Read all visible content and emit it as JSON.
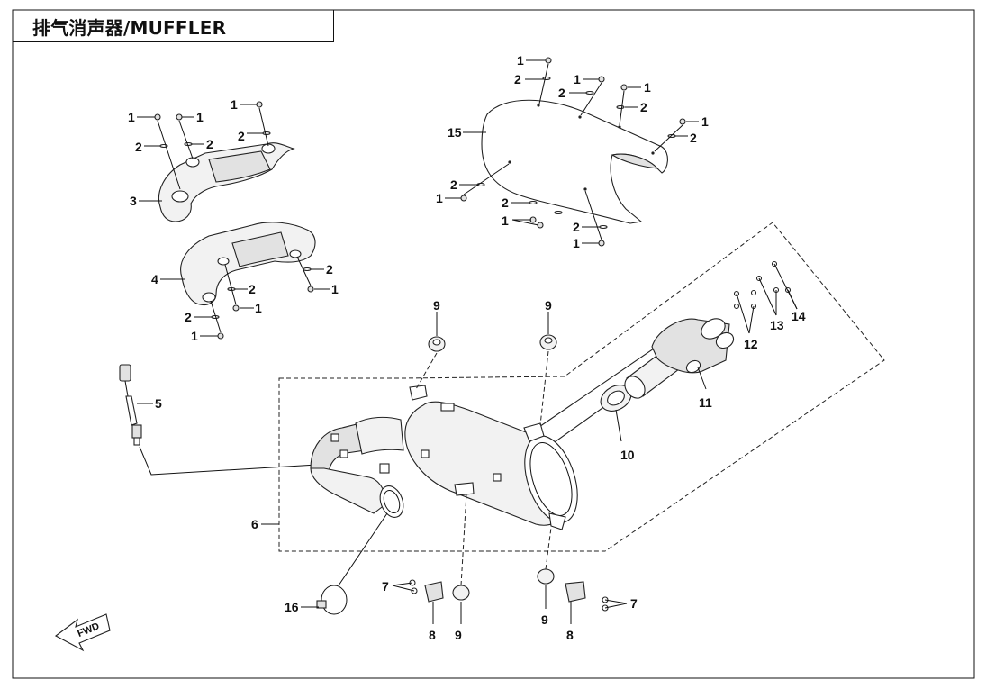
{
  "title": "排气消声器/MUFFLER",
  "fwd_label": "FWD",
  "callouts": {
    "c1": "1",
    "c2": "2",
    "c3": "3",
    "c4": "4",
    "c5": "5",
    "c6": "6",
    "c7": "7",
    "c8": "8",
    "c9": "9",
    "c10": "10",
    "c11": "11",
    "c12": "12",
    "c13": "13",
    "c14": "14",
    "c15": "15",
    "c16": "16"
  }
}
